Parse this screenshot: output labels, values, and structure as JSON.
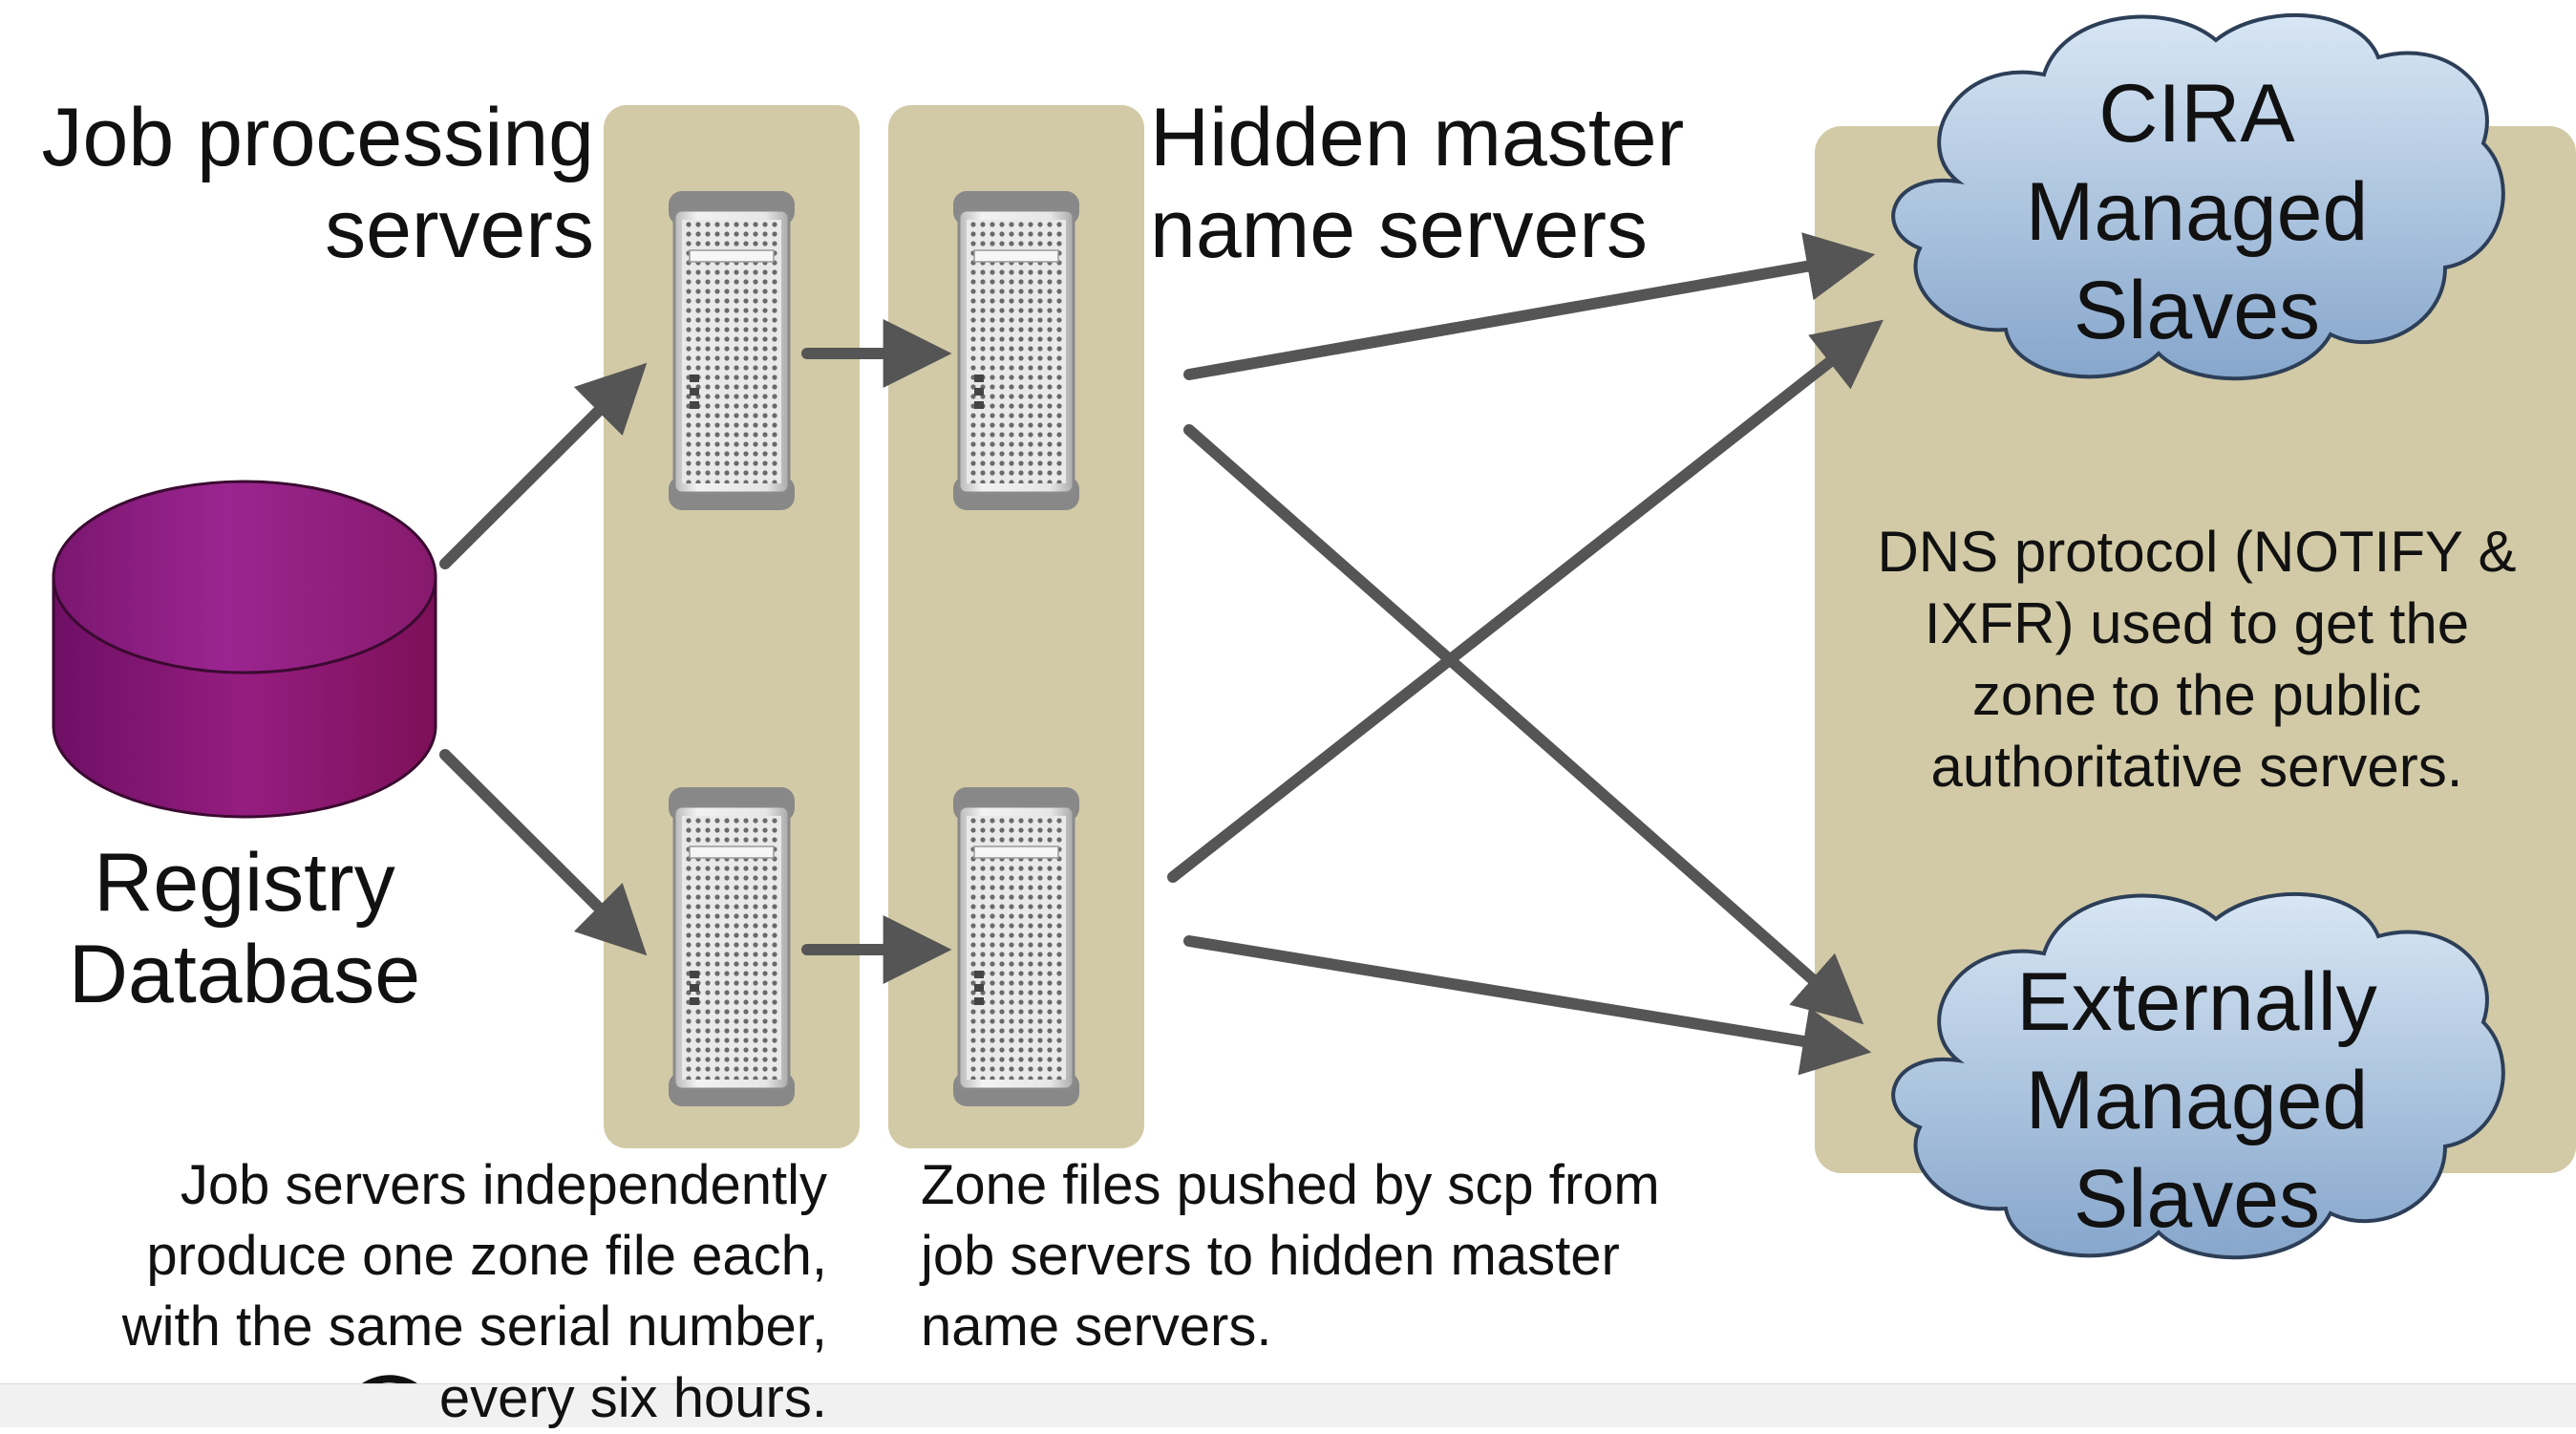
{
  "labels": {
    "job_processing": [
      "Job processing",
      "servers"
    ],
    "hidden_master": [
      "Hidden master",
      "name servers"
    ],
    "registry": [
      "Registry",
      "Database"
    ],
    "cira": [
      "CIRA",
      "Managed",
      "Slaves"
    ],
    "external": [
      "Externally",
      "Managed",
      "Slaves"
    ],
    "dns_note": [
      "DNS protocol (NOTIFY &",
      "IXFR) used to get the",
      "zone to the public",
      "authoritative servers."
    ],
    "job_note": [
      "Job servers independently",
      "produce one zone file each,",
      "with the same serial number,",
      "every six hours."
    ],
    "zone_note": [
      "Zone files pushed by scp from",
      "job servers to hidden master",
      "name servers."
    ]
  },
  "colors": {
    "panel": "#d2caa6",
    "arrow": "#555555",
    "database": "#8e1a7a",
    "cloud": "#a8c2e0"
  },
  "icons": [
    "database-icon",
    "server-icon",
    "cloud-icon"
  ]
}
